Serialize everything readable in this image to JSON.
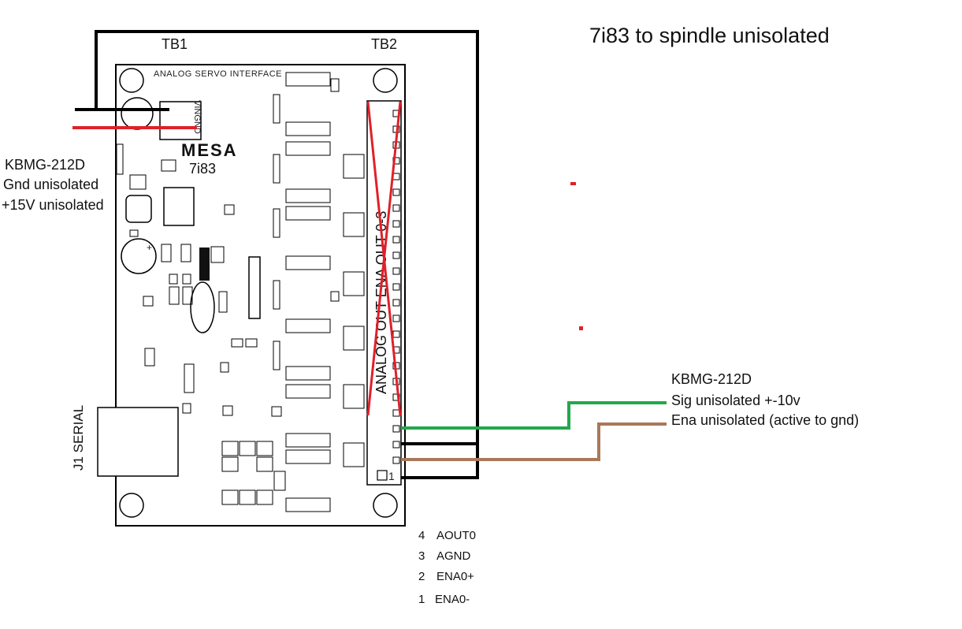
{
  "title": "7i83 to spindle unisolated",
  "terminals": {
    "tb1": "TB1",
    "tb2": "TB2"
  },
  "board": {
    "heading": "ANALOG SERVO INTERFACE",
    "brand": "MESA",
    "model": "7i83",
    "vin_label": "VINGND",
    "connector_label": "ANALOG OUT ENA OUT 0-3",
    "serial_label": "J1 SERIAL"
  },
  "left_note": {
    "lines": [
      "KBMG-212D",
      "Gnd unisolated",
      "+15V unisolated"
    ]
  },
  "right_note": {
    "lines": [
      "KBMG-212D",
      "Sig unisolated +-10v",
      "Ena unisolated (active to gnd)"
    ]
  },
  "pinout": [
    {
      "num": "4",
      "name": "AOUT0"
    },
    {
      "num": "3",
      "name": "AGND"
    },
    {
      "num": "2",
      "name": "ENA0+"
    },
    {
      "num": "1",
      "name": "ENA0-"
    }
  ],
  "wire_colors": {
    "gnd": "#000000",
    "plus15v": "#e0202a",
    "sig": "#22a84a",
    "ena": "#a9785a",
    "cross": "#e0202a"
  }
}
